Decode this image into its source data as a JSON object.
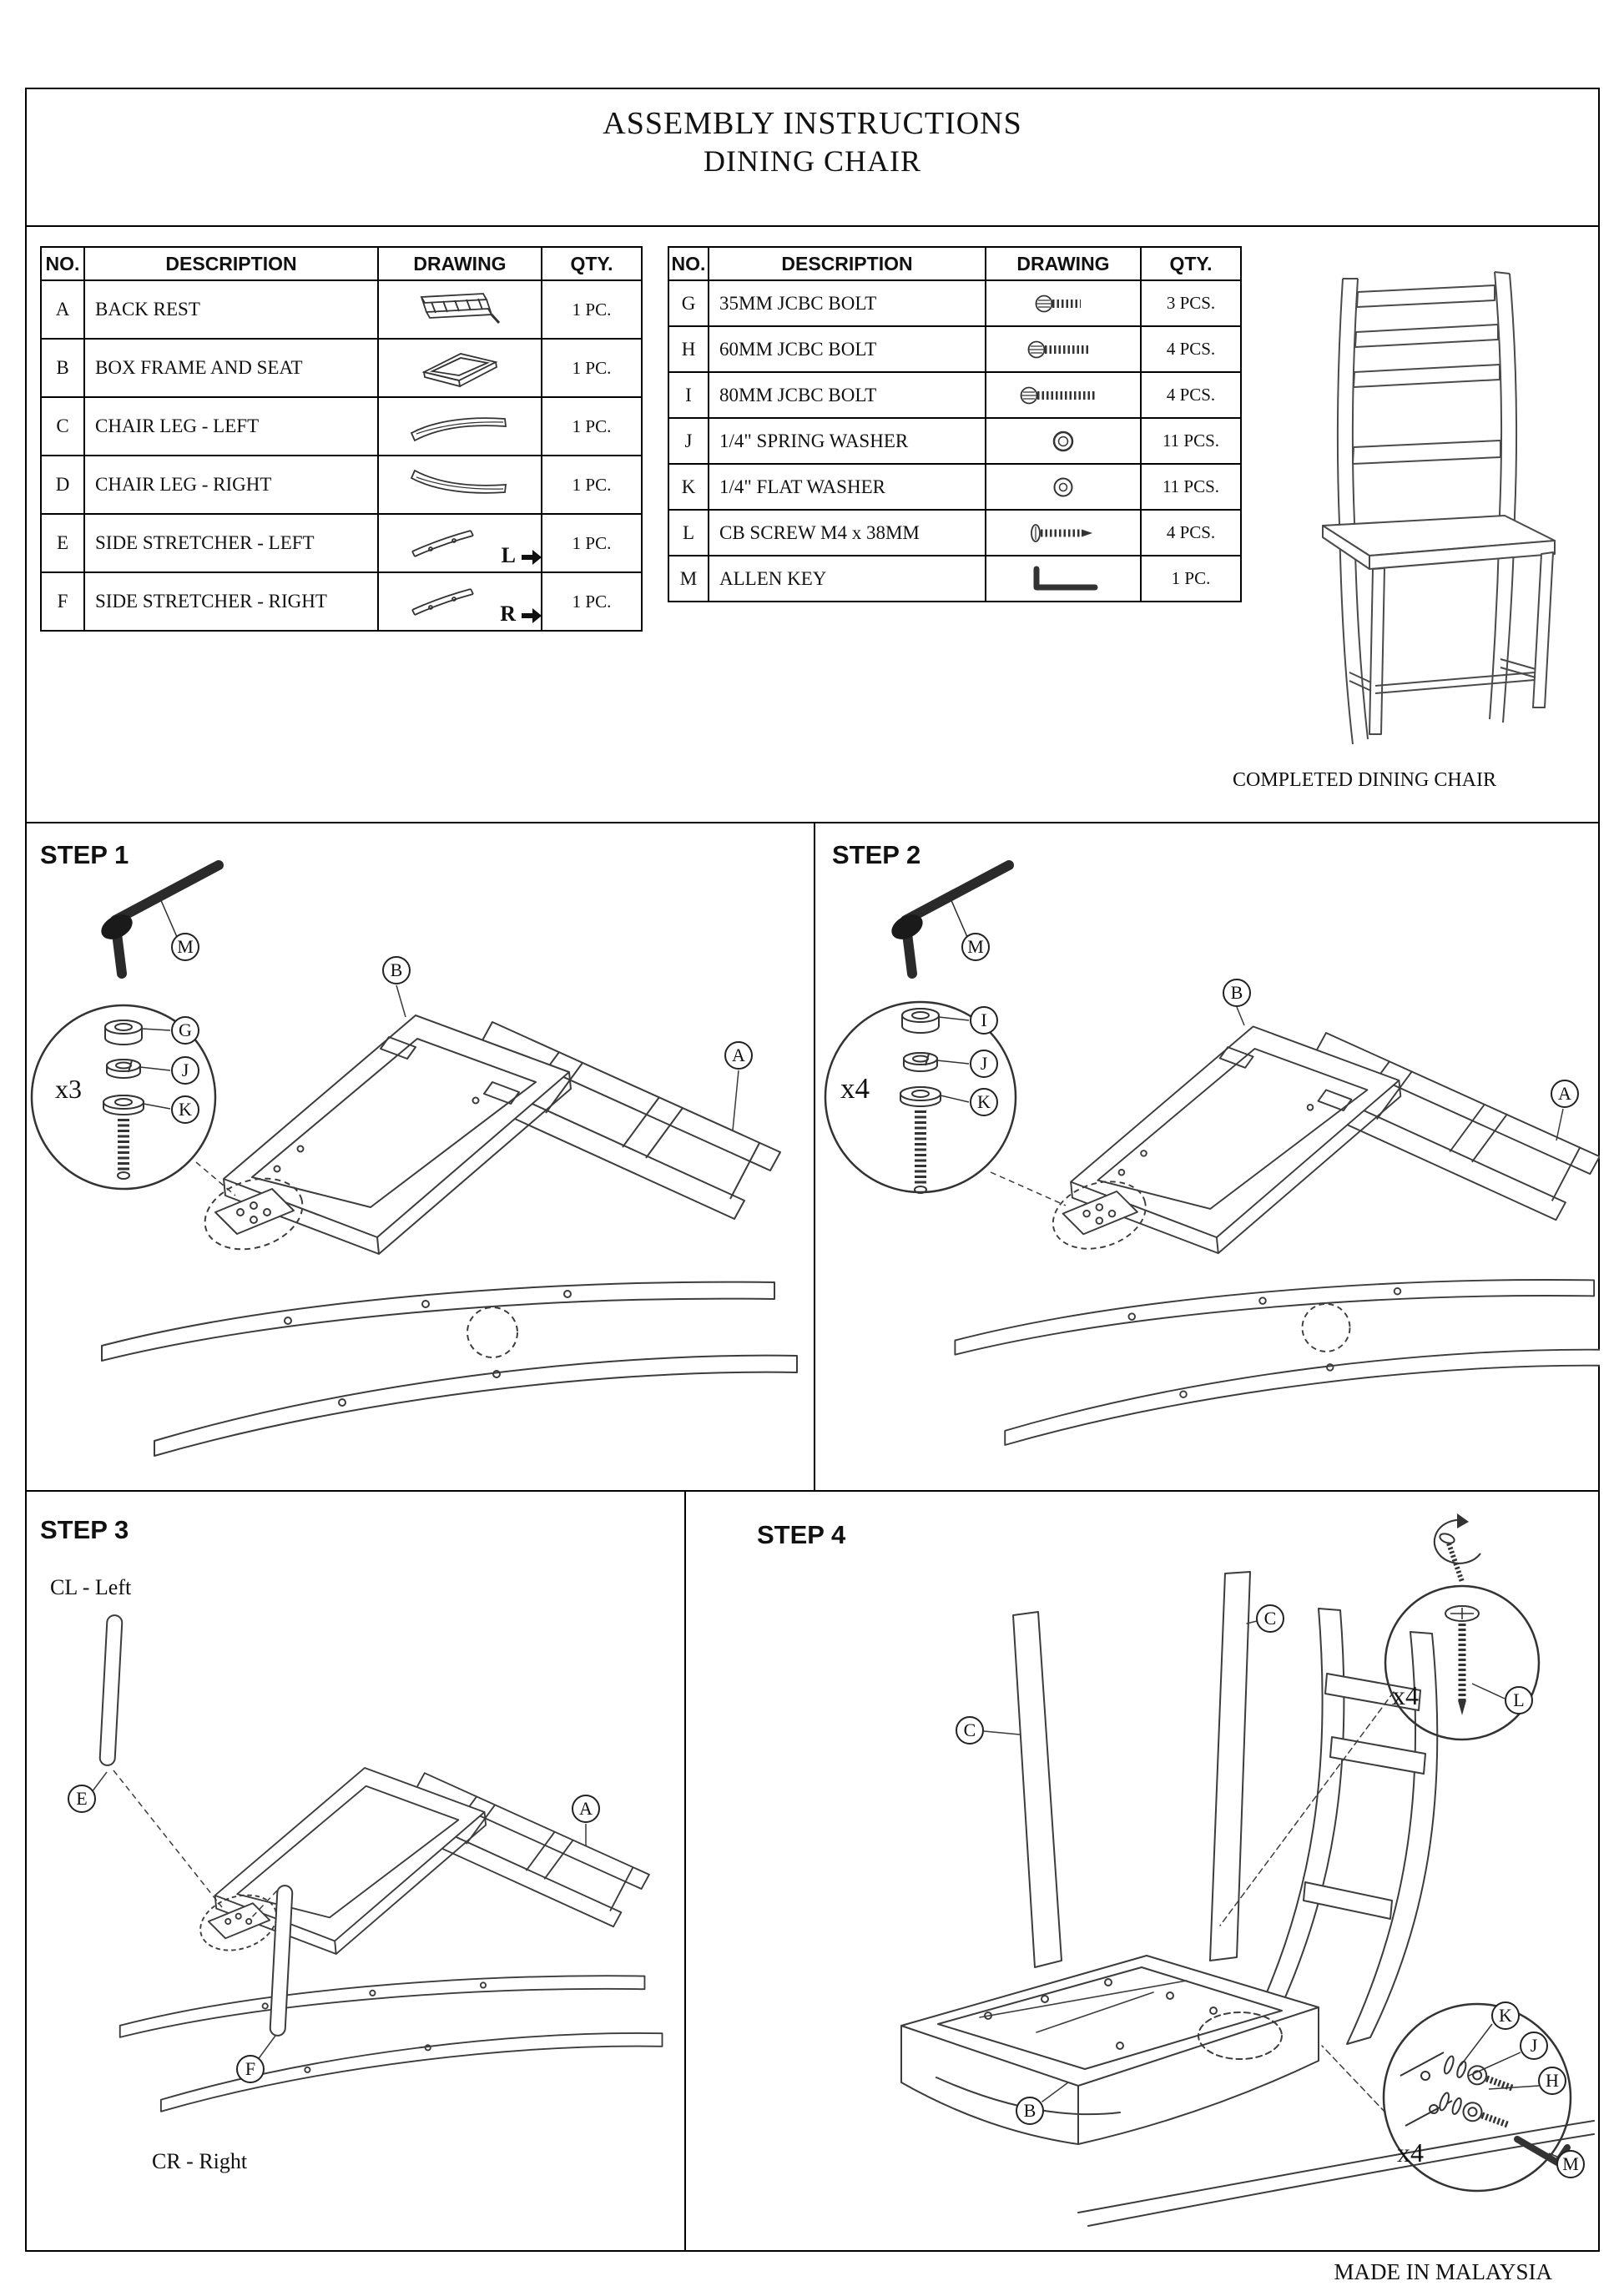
{
  "title": {
    "line1": "ASSEMBLY INSTRUCTIONS",
    "line2": "DINING CHAIR"
  },
  "tables": {
    "headers": {
      "no": "NO.",
      "description": "DESCRIPTION",
      "drawing": "DRAWING",
      "qty": "QTY."
    },
    "left": {
      "rows": [
        {
          "no": "A",
          "description": "BACK REST",
          "qty": "1 PC."
        },
        {
          "no": "B",
          "description": "BOX FRAME AND SEAT",
          "qty": "1 PC."
        },
        {
          "no": "C",
          "description": "CHAIR LEG  - LEFT",
          "qty": "1 PC."
        },
        {
          "no": "D",
          "description": "CHAIR LEG  - RIGHT",
          "qty": "1 PC."
        },
        {
          "no": "E",
          "description": "SIDE STRETCHER  - LEFT",
          "qty": "1 PC.",
          "note": "L"
        },
        {
          "no": "F",
          "description": "SIDE STRETCHER  - RIGHT",
          "qty": "1 PC.",
          "note": "R"
        }
      ]
    },
    "right": {
      "rows": [
        {
          "no": "G",
          "description": "35MM JCBC BOLT",
          "qty": "3 PCS."
        },
        {
          "no": "H",
          "description": "60MM JCBC BOLT",
          "qty": "4 PCS."
        },
        {
          "no": "I",
          "description": "80MM JCBC BOLT",
          "qty": "4 PCS."
        },
        {
          "no": "J",
          "description": "1/4\"  SPRING WASHER",
          "qty": "11 PCS."
        },
        {
          "no": "K",
          "description": "1/4\"  FLAT WASHER",
          "qty": "11 PCS."
        },
        {
          "no": "L",
          "description": "CB SCREW M4 x 38MM",
          "qty": "4 PCS."
        },
        {
          "no": "M",
          "description": "ALLEN KEY",
          "qty": "1 PC."
        }
      ]
    }
  },
  "completed_chair_caption": "COMPLETED DINING CHAIR",
  "steps": {
    "step1": {
      "label": "STEP 1",
      "multiplier": "x3",
      "callouts": {
        "m": "M",
        "g": "G",
        "j": "J",
        "k": "K",
        "b": "B",
        "a": "A"
      }
    },
    "step2": {
      "label": "STEP 2",
      "multiplier": "x4",
      "callouts": {
        "m": "M",
        "i": "I",
        "j": "J",
        "k": "K",
        "b": "B",
        "a": "A"
      }
    },
    "step3": {
      "label": "STEP 3",
      "left_note": "CL - Left",
      "right_note": "CR - Right",
      "callouts": {
        "e": "E",
        "a": "A",
        "f": "F"
      }
    },
    "step4": {
      "label": "STEP 4",
      "multiplier_top": "x4",
      "multiplier_bottom": "x4",
      "callouts": {
        "c_left": "C",
        "c_right": "C",
        "l": "L",
        "b": "B",
        "k": "K",
        "j": "J",
        "h": "H",
        "m": "M"
      }
    }
  },
  "footer": "MADE IN MALAYSIA"
}
